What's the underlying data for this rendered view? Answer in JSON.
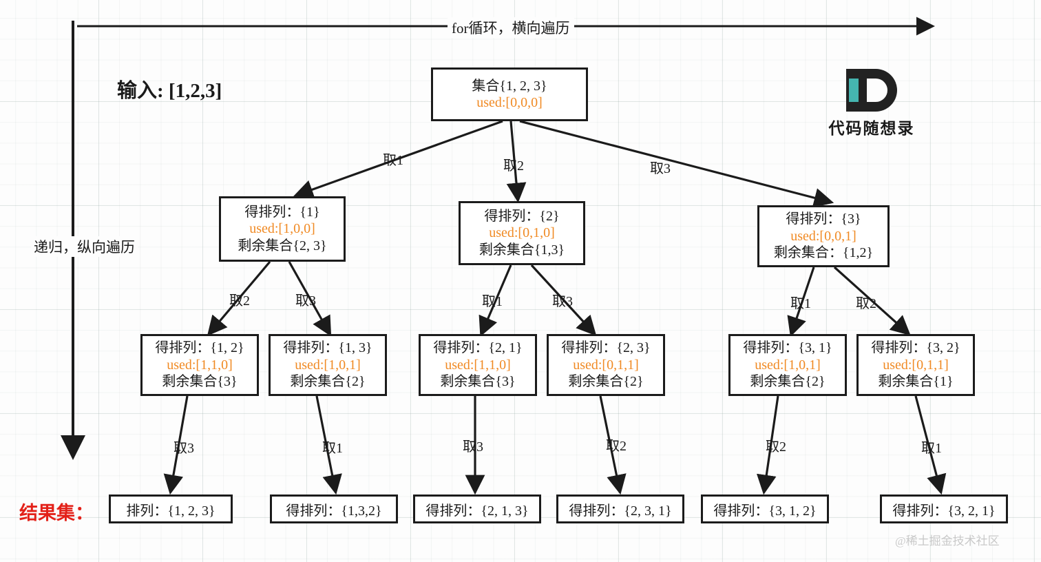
{
  "labels": {
    "for_loop": "for循环，横向遍历",
    "recursion": "递归，纵向遍历",
    "input": "输入: [1,2,3]",
    "result_set": "结果集：",
    "watermark": "@稀土掘金技术社区",
    "logo_text": "代码随想录",
    "logo_mark": "D"
  },
  "colors": {
    "used_orange": "#f08a24",
    "result_red": "#e32119",
    "box_border": "#1b1b1b",
    "logo_teal": "#45b5b0"
  },
  "tree": {
    "root": {
      "line1": "集合{1, 2, 3}",
      "used": "used:[0,0,0]"
    },
    "level1": [
      {
        "line1": "得排列：{1}",
        "used": "used:[1,0,0]",
        "line3": "剩余集合{2, 3}"
      },
      {
        "line1": "得排列：{2}",
        "used": "used:[0,1,0]",
        "line3": "剩余集合{1,3}"
      },
      {
        "line1": "得排列：{3}",
        "used": "used:[0,0,1]",
        "line3": "剩余集合：{1,2}"
      }
    ],
    "level2": [
      {
        "line1": "得排列：{1, 2}",
        "used": "used:[1,1,0]",
        "line3": "剩余集合{3}"
      },
      {
        "line1": "得排列：{1, 3}",
        "used": "used:[1,0,1]",
        "line3": "剩余集合{2}"
      },
      {
        "line1": "得排列：{2, 1}",
        "used": "used:[1,1,0]",
        "line3": "剩余集合{3}"
      },
      {
        "line1": "得排列：{2, 3}",
        "used": "used:[0,1,1]",
        "line3": "剩余集合{2}"
      },
      {
        "line1": "得排列：{3, 1}",
        "used": "used:[1,0,1]",
        "line3": "剩余集合{2}"
      },
      {
        "line1": "得排列：{3, 2}",
        "used": "used:[0,1,1]",
        "line3": "剩余集合{1}"
      }
    ],
    "leaves": [
      {
        "text": "排列：{1, 2, 3}"
      },
      {
        "text": "得排列：{1,3,2}"
      },
      {
        "text": "得排列：{2, 1, 3}"
      },
      {
        "text": "得排列：{2, 3, 1}"
      },
      {
        "text": "得排列：{3, 1, 2}"
      },
      {
        "text": "得排列：{3, 2, 1}"
      }
    ],
    "edge_labels_l1": [
      "取1",
      "取2",
      "取3"
    ],
    "edge_labels_l2": [
      "取2",
      "取3",
      "取1",
      "取3",
      "取1",
      "取2"
    ],
    "edge_labels_l3": [
      "取3",
      "取1",
      "取3",
      "取2",
      "取2",
      "取1"
    ]
  }
}
